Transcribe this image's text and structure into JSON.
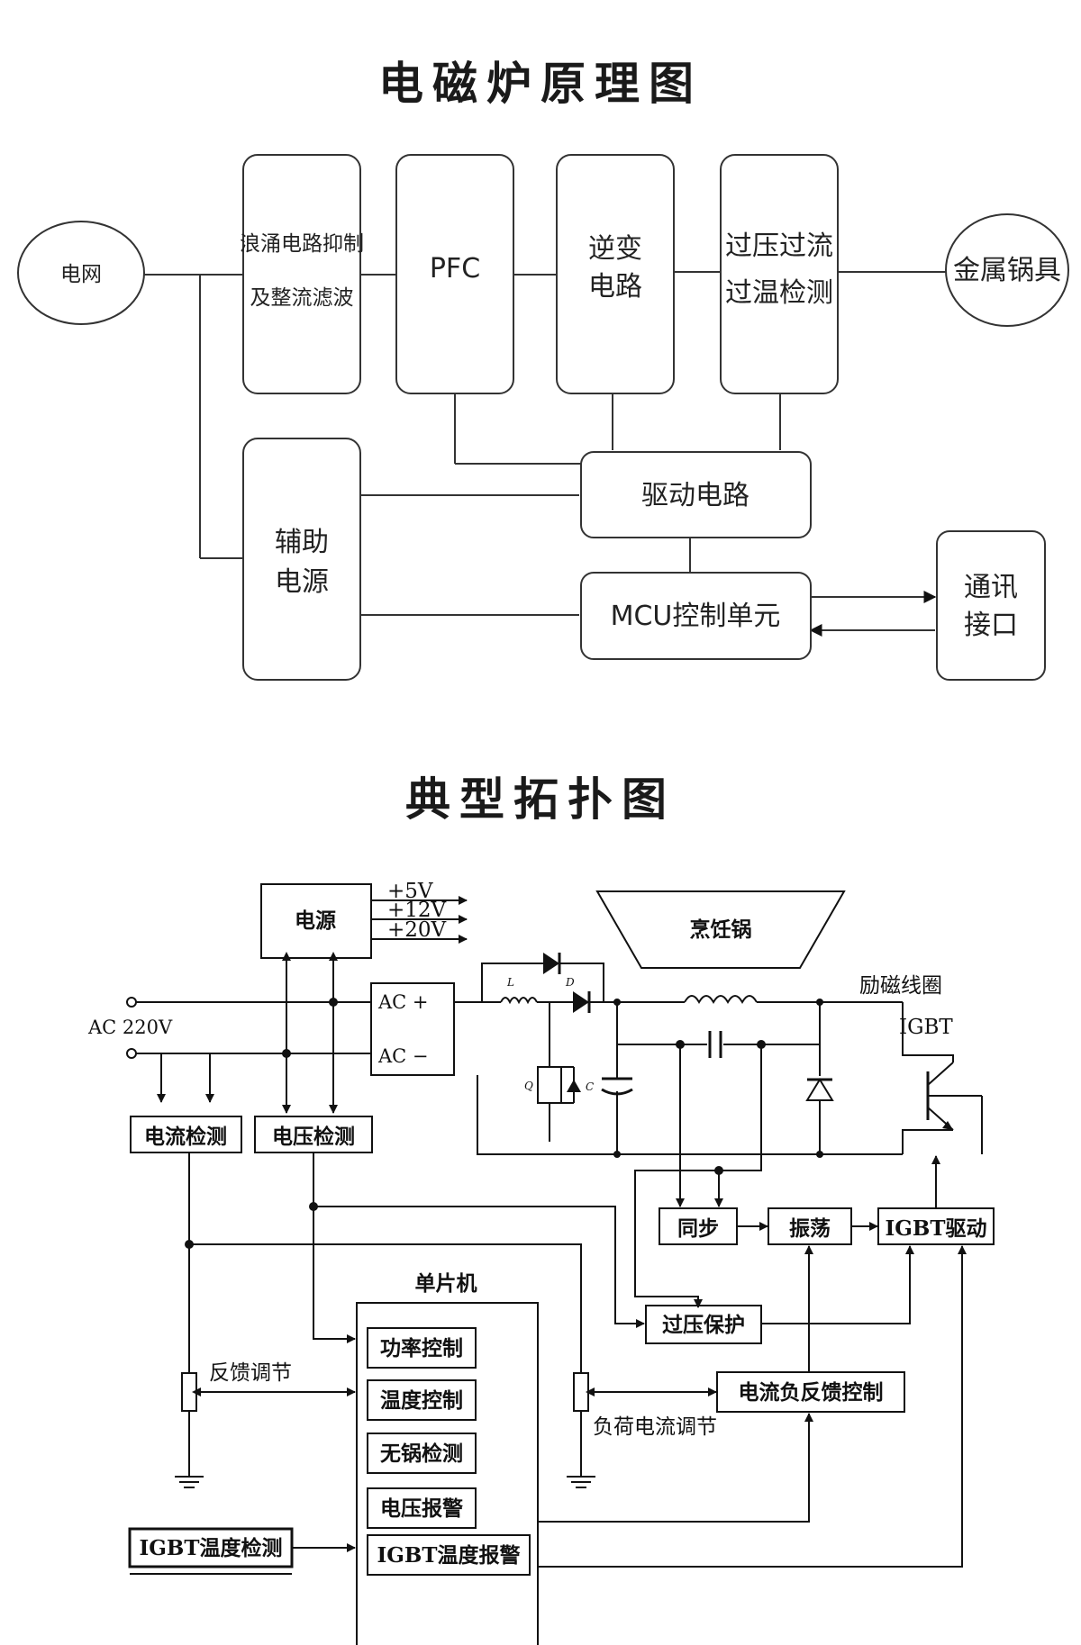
{
  "block_diagram": {
    "title": "电磁炉原理图",
    "grid": "电网",
    "surge": [
      "浪涌电路抑制",
      "及整流滤波"
    ],
    "pfc": "PFC",
    "inverter": [
      "逆变",
      "电路"
    ],
    "protect": [
      "过压过流",
      "过温检测"
    ],
    "cookware": "金属锅具",
    "driver": "驱动电路",
    "aux": [
      "辅助",
      "电源"
    ],
    "mcu": "MCU控制单元",
    "comm": [
      "通讯",
      "接口"
    ]
  },
  "topology": {
    "title": "典型拓扑图",
    "power": "电源",
    "rails": [
      "+5V",
      "+12V",
      "+20V"
    ],
    "ac_input": "AC 220V",
    "ac_plus": "AC  +",
    "ac_minus": "AC  −",
    "pot": "烹饪锅",
    "coil": "励磁线圈",
    "igbt": "IGBT",
    "comp_L": "L",
    "comp_D": "D",
    "comp_Q": "Q",
    "comp_C": "C",
    "current_detect": "电流检测",
    "voltage_detect": "电压检测",
    "sync": "同步",
    "osc": "振荡",
    "igbt_drive": "IGBT驱动",
    "mcu_title": "单片机",
    "ovp": "过压保护",
    "mcu_items": [
      "功率控制",
      "温度控制",
      "无锅检测",
      "电压报警",
      "IGBT温度报警"
    ],
    "feedback": "反馈调节",
    "load_adjust": "负荷电流调节",
    "neg_feedback": "电流负反馈控制",
    "igbt_temp": "IGBT温度检测"
  }
}
